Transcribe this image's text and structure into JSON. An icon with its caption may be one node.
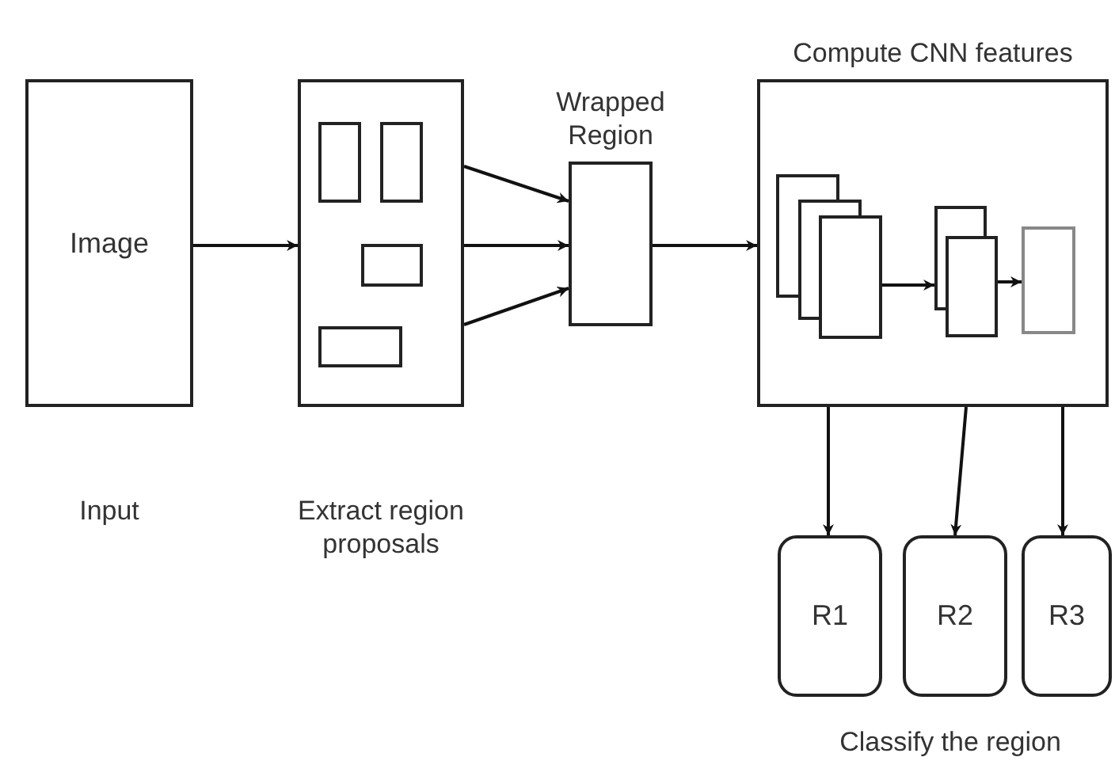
{
  "diagram": {
    "nodes": [
      {
        "text": [
          "Image"
        ],
        "beside": [
          "Input"
        ]
      },
      {
        "text": [],
        "shape": "box",
        "beside": [
          "Extract region proposals"
        ]
      },
      {
        "text": [],
        "shape": "box",
        "in": 1
      },
      {
        "text": [],
        "shape": "box",
        "in": 1
      },
      {
        "text": [],
        "shape": "box",
        "in": 1
      },
      {
        "text": [],
        "shape": "box",
        "in": 1
      },
      {
        "text": [
          "Wrapped Region"
        ]
      },
      {
        "text": [
          "Compute CNN features"
        ]
      },
      {
        "text": [],
        "shape": "stack",
        "in": 7
      },
      {
        "text": [],
        "shape": "stack",
        "in": 7
      },
      {
        "text": [],
        "shape": "box",
        "in": 7
      },
      {
        "text": [
          "R1"
        ]
      },
      {
        "text": [
          "R2"
        ]
      },
      {
        "text": [
          "R3"
        ]
      }
    ],
    "edges": [
      {
        "from": 0,
        "to": 1,
        "arrow": "to"
      },
      {
        "from": 1,
        "to": 6,
        "arrow": "to"
      },
      {
        "from": 1,
        "to": 6,
        "arrow": "to"
      },
      {
        "from": 1,
        "to": 6,
        "arrow": "to"
      },
      {
        "from": 6,
        "to": 7,
        "arrow": "to"
      },
      {
        "from": 8,
        "to": 9,
        "arrow": "to"
      },
      {
        "from": 9,
        "to": 10,
        "arrow": "to"
      },
      {
        "from": 7,
        "to": 11,
        "arrow": "to"
      },
      {
        "from": 7,
        "to": 12,
        "arrow": "to"
      },
      {
        "from": 7,
        "to": 13,
        "arrow": "to"
      }
    ],
    "labels": [
      "Classify the region"
    ]
  }
}
